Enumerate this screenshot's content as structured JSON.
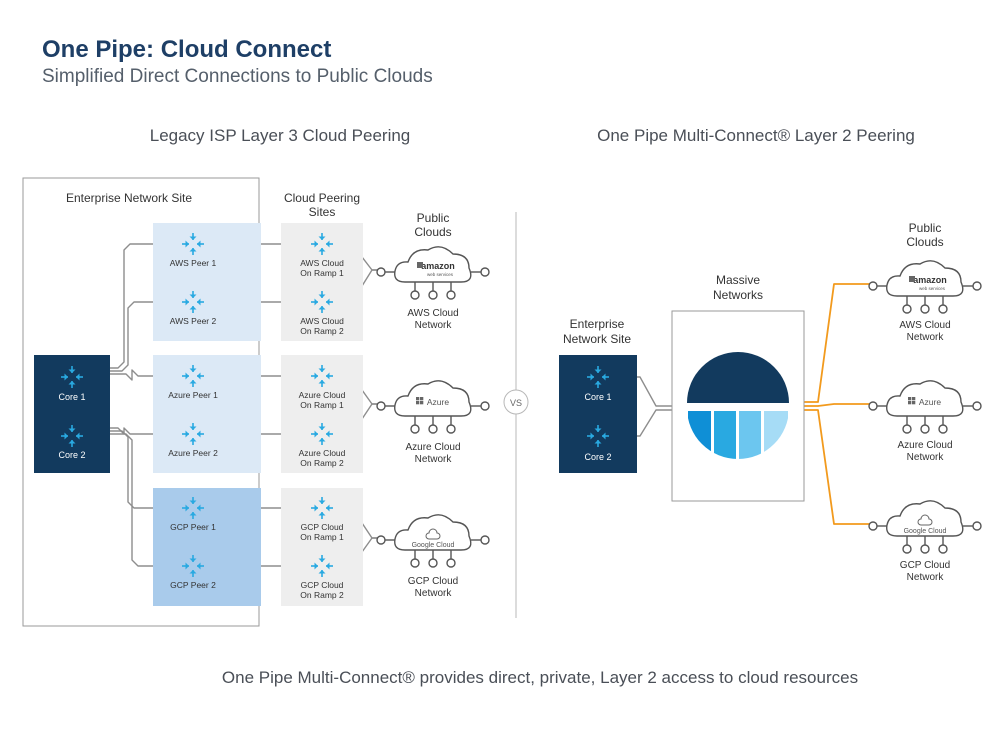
{
  "title": "One Pipe: Cloud Connect",
  "subtitle": "Simplified Direct Connections to Public Clouds",
  "left_title": "Legacy ISP Layer 3 Cloud Peering",
  "right_title": "One Pipe Multi-Connect® Layer 2 Peering",
  "footer": "One Pipe Multi-Connect® provides direct, private, Layer 2 access to cloud resources",
  "vs": "VS",
  "left": {
    "enterprise_label": "Enterprise Network Site",
    "peering_label_1": "Cloud Peering",
    "peering_label_2": "Sites",
    "public_label_1": "Public",
    "public_label_2": "Clouds",
    "core1": "Core 1",
    "core2": "Core 2",
    "peers": [
      "AWS Peer 1",
      "AWS Peer 2",
      "Azure Peer 1",
      "Azure Peer 2",
      "GCP Peer 1",
      "GCP Peer 2"
    ],
    "ramps": [
      [
        "AWS Cloud",
        "On Ramp 1"
      ],
      [
        "AWS Cloud",
        "On Ramp 2"
      ],
      [
        "Azure Cloud",
        "On Ramp 1"
      ],
      [
        "Azure Cloud",
        "On Ramp 2"
      ],
      [
        "GCP Cloud",
        "On Ramp 1"
      ],
      [
        "GCP Cloud",
        "On Ramp 2"
      ]
    ],
    "clouds": [
      {
        "logo": "amazon",
        "sub": "web services",
        "name1": "AWS Cloud",
        "name2": "Network"
      },
      {
        "logo": "Azure",
        "name1": "Azure Cloud",
        "name2": "Network"
      },
      {
        "logo": "Google Cloud",
        "name1": "GCP Cloud",
        "name2": "Network"
      }
    ]
  },
  "right": {
    "enterprise_label_1": "Enterprise",
    "enterprise_label_2": "Network Site",
    "massive_1": "Massive",
    "massive_2": "Networks",
    "public_label_1": "Public",
    "public_label_2": "Clouds",
    "core1": "Core 1",
    "core2": "Core 2",
    "clouds": [
      {
        "logo": "amazon",
        "sub": "web services",
        "name1": "AWS Cloud",
        "name2": "Network"
      },
      {
        "logo": "Azure",
        "name1": "Azure Cloud",
        "name2": "Network"
      },
      {
        "logo": "Google Cloud",
        "name1": "GCP Cloud",
        "name2": "Network"
      }
    ]
  },
  "colors": {
    "navy": "#123a5e",
    "title": "#1e3f66",
    "aws_azure_box": "#dce9f6",
    "gcp_box": "#a9cbeb",
    "ramp_box": "#eeeeee",
    "orange": "#f29a1d",
    "router_blue": "#29a9e1",
    "gray_line": "#8d8d8d"
  }
}
